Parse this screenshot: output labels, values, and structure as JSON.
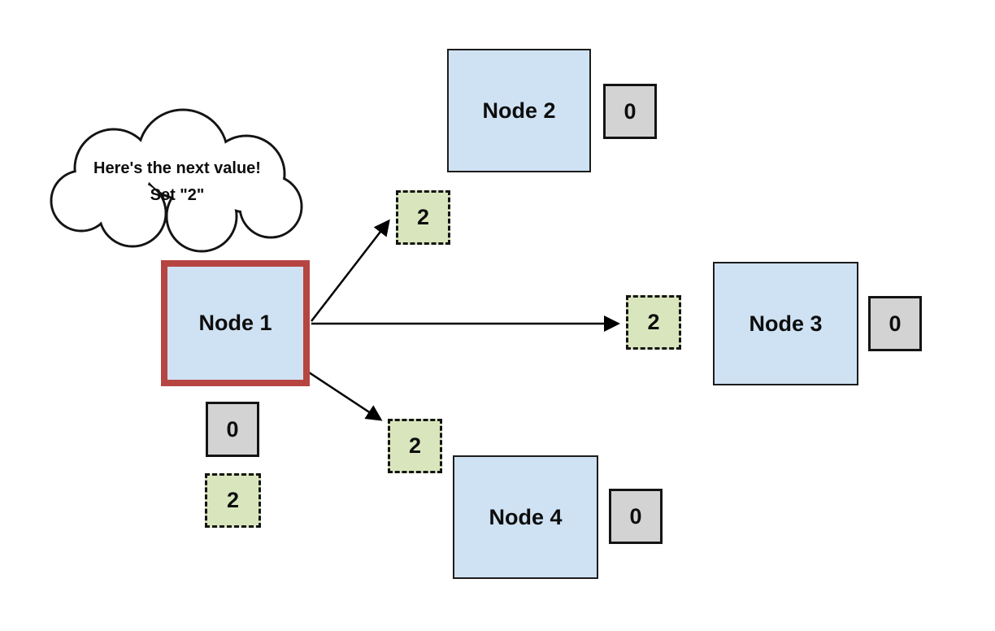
{
  "cloud": {
    "lines": [
      "Here's the next value!",
      "Set \"2\""
    ]
  },
  "nodes": [
    {
      "id": "node1",
      "label": "Node 1",
      "value": "0",
      "next_value": "2",
      "leader": true
    },
    {
      "id": "node2",
      "label": "Node 2",
      "value": "0"
    },
    {
      "id": "node3",
      "label": "Node 3",
      "value": "0"
    },
    {
      "id": "node4",
      "label": "Node 4",
      "value": "0"
    }
  ],
  "messages": [
    {
      "value": "2",
      "target": "node2"
    },
    {
      "value": "2",
      "target": "node3"
    },
    {
      "value": "2",
      "target": "node4"
    }
  ],
  "colors": {
    "node_fill": "#cfe2f3",
    "node_border": "#1c1c1c",
    "leader_border": "#b64542",
    "value_fill": "#d3d3d3",
    "message_fill": "#d9e6bd",
    "arrow": "#000000",
    "background": "#ffffff"
  }
}
